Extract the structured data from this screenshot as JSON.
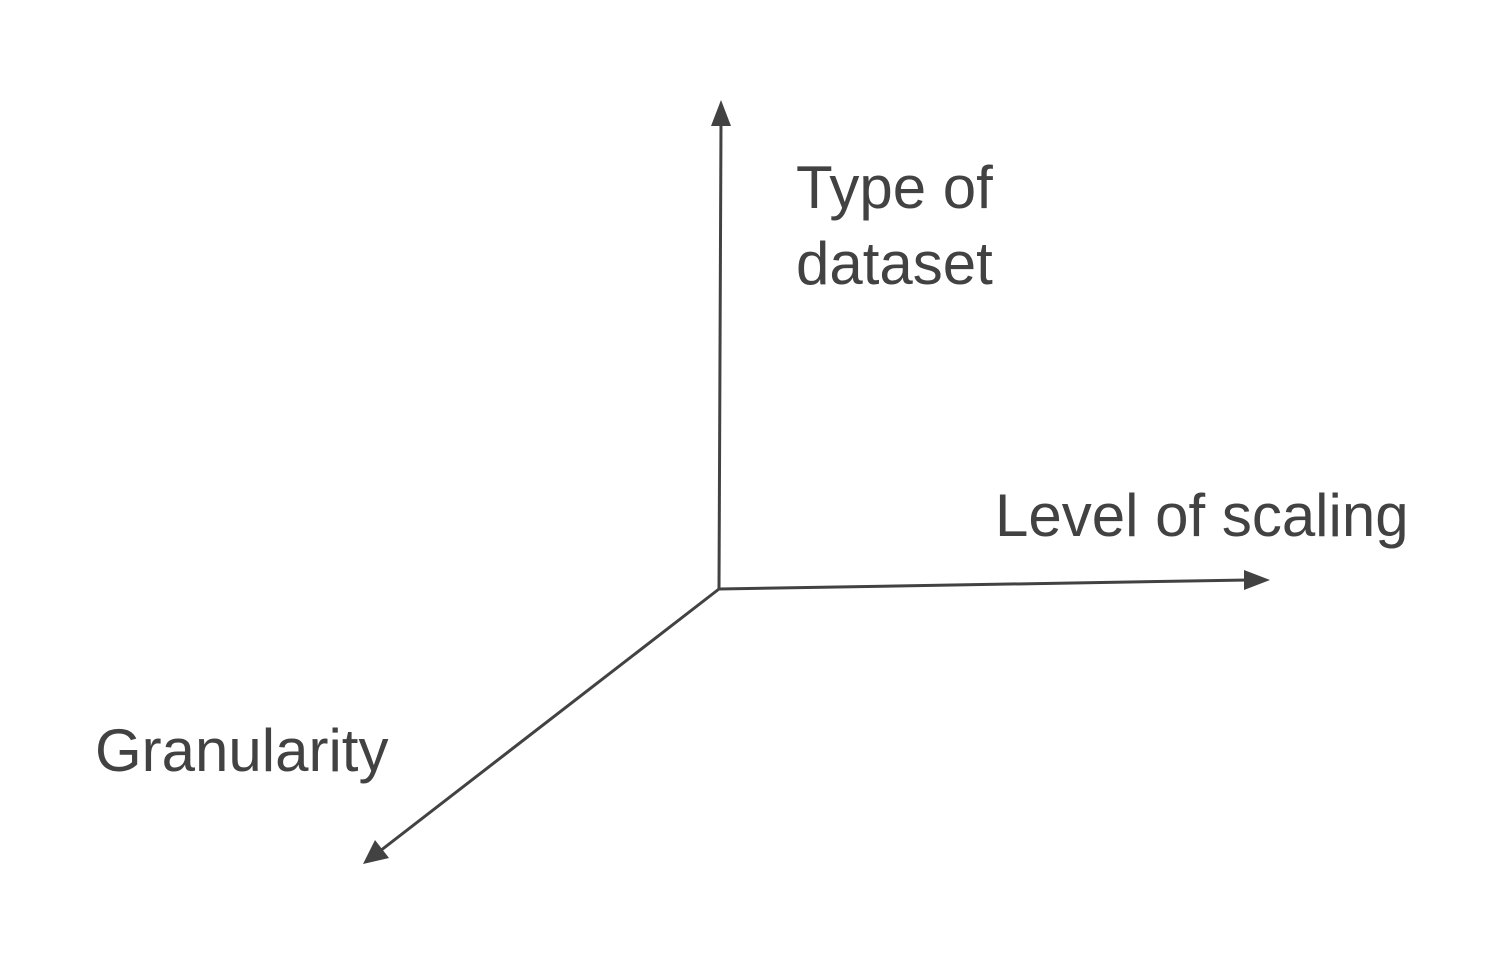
{
  "diagram": {
    "axes": {
      "vertical": {
        "label_line1": "Type of",
        "label_line2": "dataset"
      },
      "horizontal": {
        "label": "Level of scaling"
      },
      "diagonal": {
        "label": "Granularity"
      }
    },
    "colors": {
      "stroke": "#424242",
      "text": "#424242",
      "background": "#ffffff"
    }
  }
}
